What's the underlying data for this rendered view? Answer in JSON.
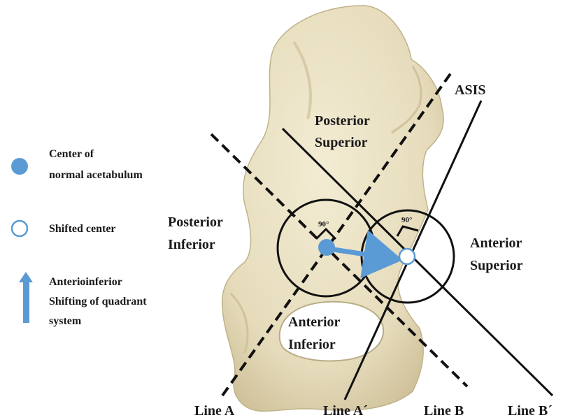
{
  "legend": {
    "normal_center": [
      "Center of",
      "normal acetabulum"
    ],
    "shifted_center": "Shifted center",
    "shift_arrow": [
      "Anterioinferior",
      "Shifting of quadrant",
      "system"
    ]
  },
  "quadrants": {
    "posterior_superior": [
      "Posterior",
      "Superior"
    ],
    "posterior_inferior": [
      "Posterior",
      "Inferior"
    ],
    "anterior_superior": [
      "Anterior",
      "Superior"
    ],
    "anterior_inferior": [
      "Anterior",
      "Inferior"
    ]
  },
  "landmark": "ASIS",
  "angles": {
    "left": "90°",
    "right": "90°"
  },
  "lines": {
    "line_a": "Line A",
    "line_a_prime": "Line A´",
    "line_b": "Line B",
    "line_b_prime": "Line B´"
  },
  "colors": {
    "bone": "#e9e0c2",
    "bone_shadow": "#cfc39d",
    "marker_blue": "#5b9bd5",
    "line": "#111111"
  }
}
